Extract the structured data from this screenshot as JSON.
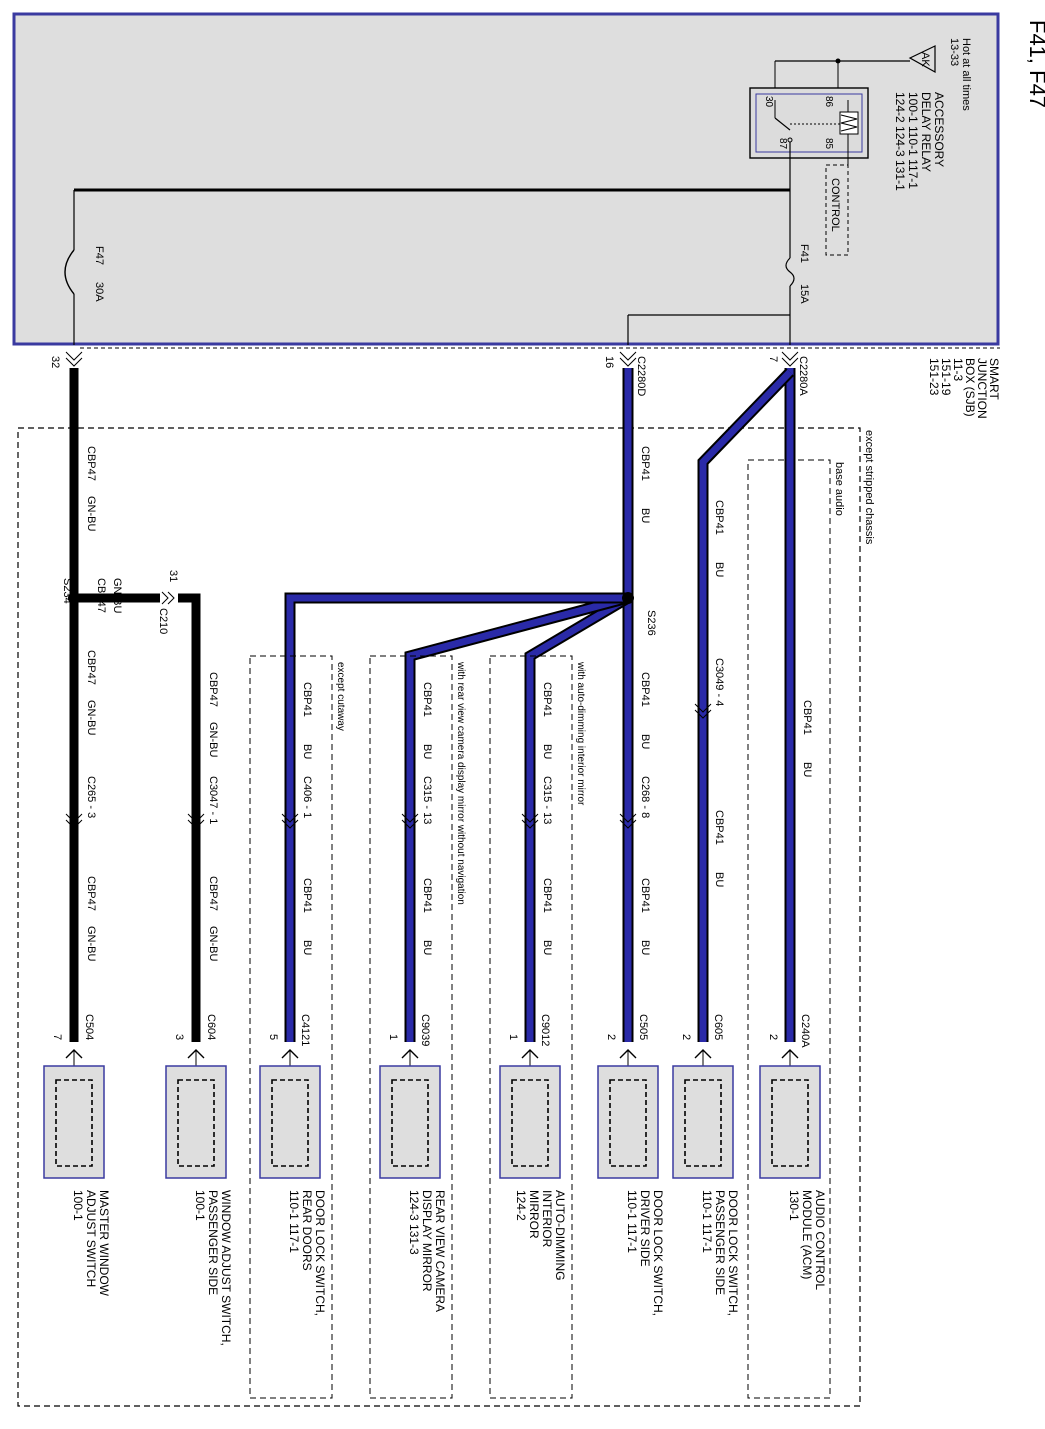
{
  "header": {
    "title": "F41, F47"
  },
  "sjb": {
    "hot_label": "Hot at all times",
    "hot_ref": "13-33",
    "ak_label": "AK",
    "relay_name_1": "ACCESSORY",
    "relay_name_2": "DELAY RELAY",
    "relay_refs_1": "100-1   110-1   117-1",
    "relay_refs_2": "124-2   124-3   131-1",
    "control_label": "CONTROL",
    "pin30": "30",
    "pin86": "86",
    "pin87": "87",
    "pin85": "85",
    "fuse_f41": "F41",
    "fuse_f41_rating": "15A",
    "fuse_f47": "F47",
    "fuse_f47_rating": "30A",
    "box_name_1": "SMART",
    "box_name_2": "JUNCTION",
    "box_name_3": "BOX (SJB)",
    "box_ref_1": "11-3",
    "box_ref_2": "151-19",
    "box_ref_3": "151-23"
  },
  "connectors": {
    "c2280a": "C2280A",
    "c2280a_pin": "7",
    "c2280d": "C2280D",
    "c2280d_pin": "16",
    "f47_pin": "32",
    "s234": "S234",
    "s236": "S236",
    "c210": "C210",
    "c210_pin": "31",
    "c3049": "C3049 - 4",
    "c265": "C265 - 3",
    "c3047": "C3047 - 1",
    "c406": "C406 - 1",
    "c315a": "C315 - 13",
    "c315b": "C315 - 13",
    "c268": "C268 - 8"
  },
  "wires": {
    "cbp41": "CBP41",
    "cbp47": "CBP47",
    "bu": "BU",
    "gnbu": "GN-BU"
  },
  "options": {
    "except_stripped": "except stripped chassis",
    "base_audio": "base audio",
    "except_cutaway": "except cutaway",
    "rear_camera": "with rear view camera display mirror without navigation",
    "auto_dimming": "with auto-dimming interior mirror"
  },
  "components": [
    {
      "conn": "C240A",
      "pin": "2",
      "l1": "AUDIO CONTROL",
      "l2": "MODULE (ACM)",
      "l3": "130-1"
    },
    {
      "conn": "C605",
      "pin": "2",
      "l1": "DOOR LOCK SWITCH,",
      "l2": "PASSENGER SIDE",
      "l3": "110-1   117-1"
    },
    {
      "conn": "C505",
      "pin": "2",
      "l1": "DOOR LOCK SWITCH,",
      "l2": "DRIVER SIDE",
      "l3": "110-1   117-1"
    },
    {
      "conn": "C9012",
      "pin": "1",
      "l1": "AUTO-DIMMING",
      "l2": "INTERIOR",
      "l3": "MIRROR",
      "l4": "124-2"
    },
    {
      "conn": "C9039",
      "pin": "1",
      "l1": "REAR VIEW CAMERA",
      "l2": "DISPLAY MIRROR",
      "l3": "124-3   131-3"
    },
    {
      "conn": "C4121",
      "pin": "5",
      "l1": "DOOR LOCK SWITCH,",
      "l2": "REAR DOORS",
      "l3": "110-1   117-1"
    },
    {
      "conn": "C604",
      "pin": "3",
      "l1": "WINDOW ADJUST SWITCH,",
      "l2": "PASSENGER SIDE",
      "l3": "100-1"
    },
    {
      "conn": "C504",
      "pin": "7",
      "l1": "MASTER WINDOW",
      "l2": "ADJUST SWITCH",
      "l3": "100-1"
    }
  ],
  "colors": {
    "blue_wire": "#2a2aa8",
    "black_wire": "#000000",
    "box_fill": "#dedede",
    "box_border": "#3a3aa0"
  }
}
